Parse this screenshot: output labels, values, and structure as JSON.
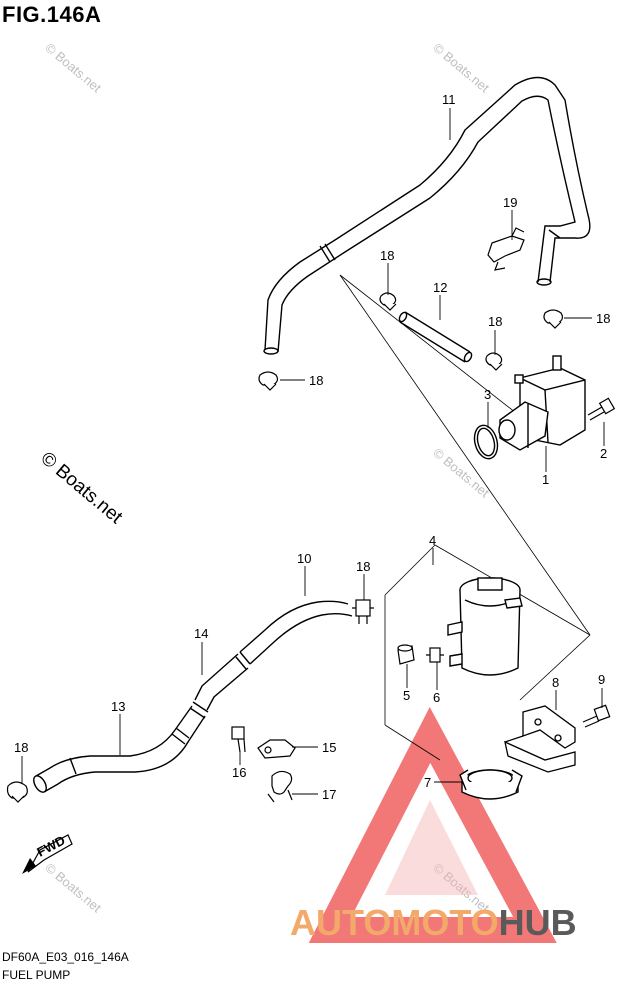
{
  "figure": {
    "title": "FIG.146A",
    "code": "DF60A_E03_016_146A",
    "name": "FUEL PUMP"
  },
  "watermarks": {
    "small": "© Boats.net",
    "large": "© Boats.net"
  },
  "brand": {
    "part1": "AUTOMOTO",
    "part2": "HUB",
    "color_primary": "#f2a96a",
    "color_secondary": "#5a5a5a",
    "triangle_color": "#ee3b3b"
  },
  "callouts": [
    "1",
    "2",
    "3",
    "4",
    "5",
    "6",
    "7",
    "8",
    "9",
    "10",
    "11",
    "12",
    "13",
    "14",
    "15",
    "16",
    "17",
    "18",
    "19"
  ],
  "direction_marker": "FWD"
}
